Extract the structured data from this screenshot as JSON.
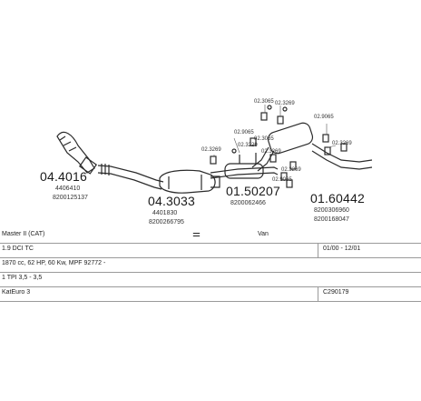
{
  "parts": {
    "cat1": {
      "number": "04.4016",
      "oe1": "4406410",
      "oe2": "8200125137"
    },
    "cat2": {
      "number": "04.3033",
      "oe1": "4401830",
      "oe2": "8200266795"
    },
    "mid": {
      "number": "01.50207",
      "oe1": "8200062466"
    },
    "rear": {
      "number": "01.60442",
      "oe1": "8200306960",
      "oe2": "8200168047"
    }
  },
  "fittings": {
    "f1": "02.3065",
    "f2": "02.3269",
    "f3": "02.3065",
    "f4": "02.3269",
    "f5": "02.9065",
    "f6": "02.3229",
    "f7": "02.3269",
    "f8": "02.3269",
    "f9": "02.9065",
    "f10": "02.3269",
    "f11": "02.9065"
  },
  "table": {
    "model": "Master II (CAT)",
    "body": "Van",
    "engine": "1.9 DCI TC",
    "dates": "01/00 - 12/01",
    "specs": "1870 cc, 62 HP, 60 Kw, MPF 92772 -",
    "type": "1 TPI 3,5 - 3,5",
    "emission": "KatEuro 3",
    "code": "C290179"
  },
  "colors": {
    "line": "#2b2b2b",
    "grid": "#9a9a9a"
  }
}
